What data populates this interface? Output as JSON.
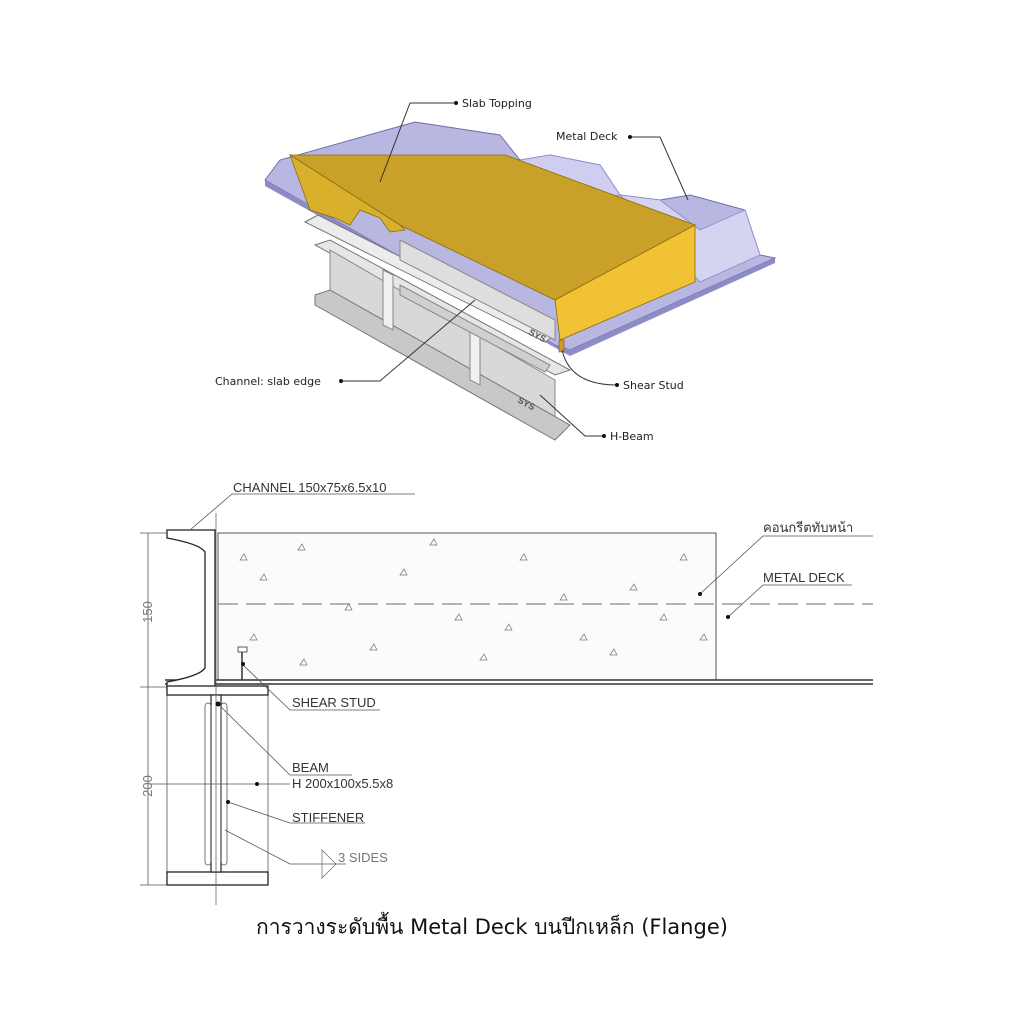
{
  "isometric": {
    "labels": {
      "slab_topping": "Slab Topping",
      "metal_deck": "Metal Deck",
      "channel": "Channel: slab edge",
      "shear_stud": "Shear Stud",
      "h_beam": "H-Beam"
    },
    "brand_marks": [
      "SYS",
      "SYS"
    ],
    "colors": {
      "slab_top": "#c9a128",
      "slab_front": "#f1c233",
      "deck": "#b8b7e2",
      "deck_dark": "#8e8cc6",
      "steel": "#d9d9d9"
    }
  },
  "section": {
    "channel": "CHANNEL 150x75x6.5x10",
    "topping": "คอนกรีตทับหน้า",
    "metal_deck": "METAL DECK",
    "shear_stud": "SHEAR STUD",
    "beam": "BEAM",
    "beam_size": "H 200x100x5.5x8",
    "stiffener": "STIFFENER",
    "weld": "3  SIDES",
    "dim_slab": "150",
    "dim_beam": "200"
  },
  "caption": "การวางระดับพื้น Metal Deck บนปีกเหล็ก (Flange)"
}
